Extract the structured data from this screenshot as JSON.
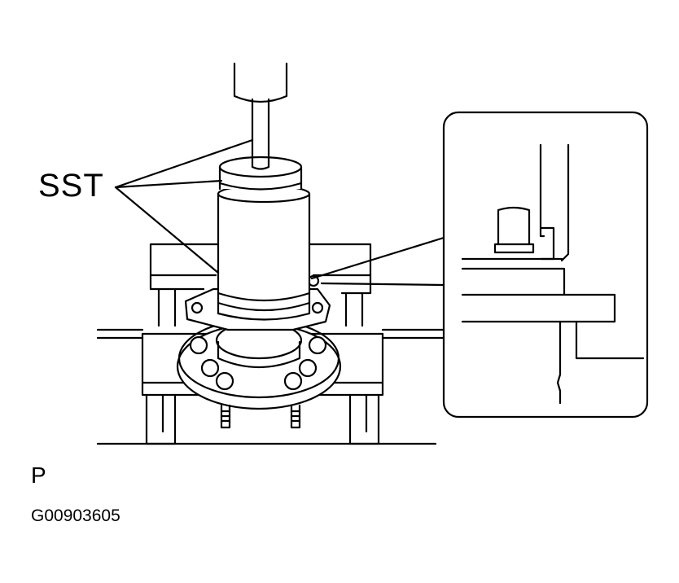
{
  "diagram": {
    "callout_label": "SST",
    "view_label": "P",
    "figure_code": "G00903605"
  },
  "colors": {
    "ink": "#000000",
    "paper": "#ffffff"
  }
}
